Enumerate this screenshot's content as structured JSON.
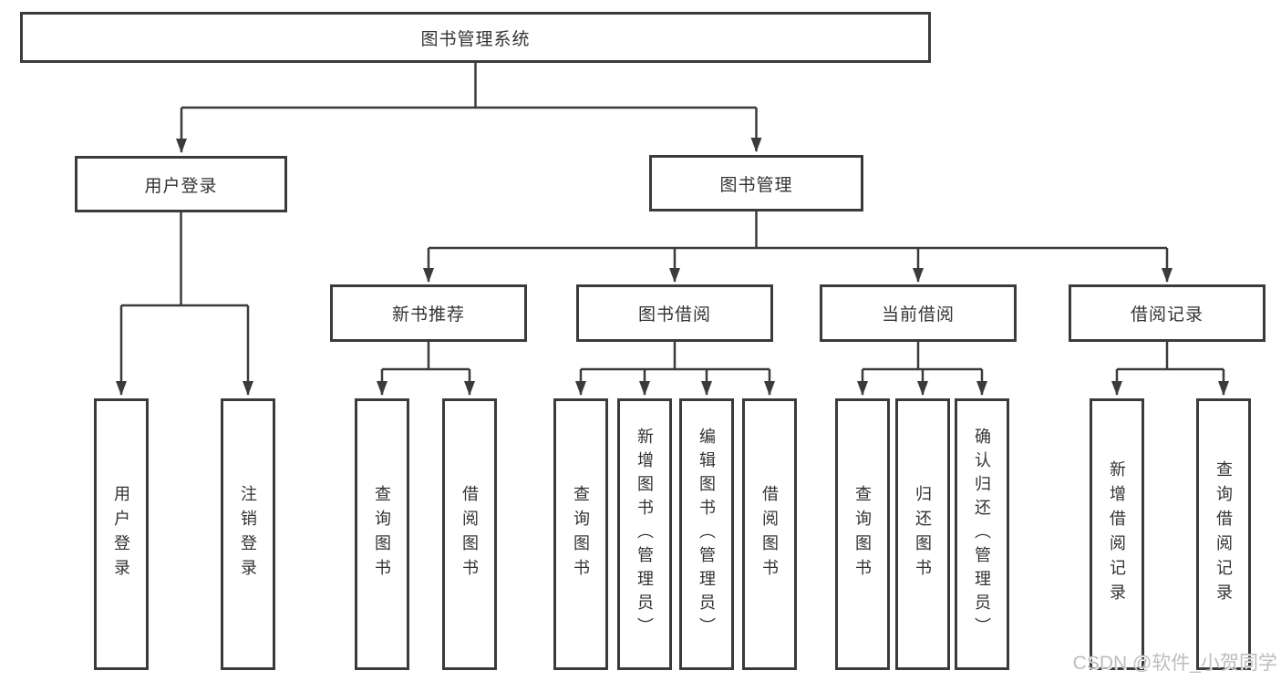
{
  "tree": {
    "root": "图书管理系统",
    "branches": [
      {
        "label": "用户登录",
        "children": [
          "用户登录",
          "注销登录"
        ]
      },
      {
        "label": "图书管理",
        "sections": [
          {
            "label": "新书推荐",
            "children": [
              "查询图书",
              "借阅图书"
            ]
          },
          {
            "label": "图书借阅",
            "children": [
              "查询图书",
              "新增图书（管理员）",
              "编辑图书（管理员）",
              "借阅图书"
            ]
          },
          {
            "label": "当前借阅",
            "children": [
              "查询图书",
              "归还图书",
              "确认归还（管理员）"
            ]
          },
          {
            "label": "借阅记录",
            "children": [
              "新增借阅记录",
              "查询借阅记录"
            ]
          }
        ]
      }
    ]
  },
  "watermark": "CSDN @软件_小贺同学",
  "colors": {
    "line": "#3b3b3b",
    "text": "#333333",
    "watermark": "#bdbdbd",
    "bg": "#ffffff"
  }
}
